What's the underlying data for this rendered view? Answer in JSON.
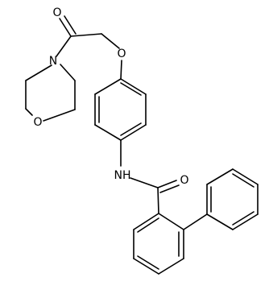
{
  "molecule": {
    "atom_labels": {
      "carbonyl_oxygen_top": "O",
      "morpholine_nitrogen": "N",
      "morpholine_oxygen": "O",
      "ether_oxygen": "O",
      "amide_nh": "NH",
      "amide_oxygen": "O"
    },
    "colors": {
      "bond": "#000000",
      "label": "#000000",
      "background": "#ffffff"
    }
  }
}
